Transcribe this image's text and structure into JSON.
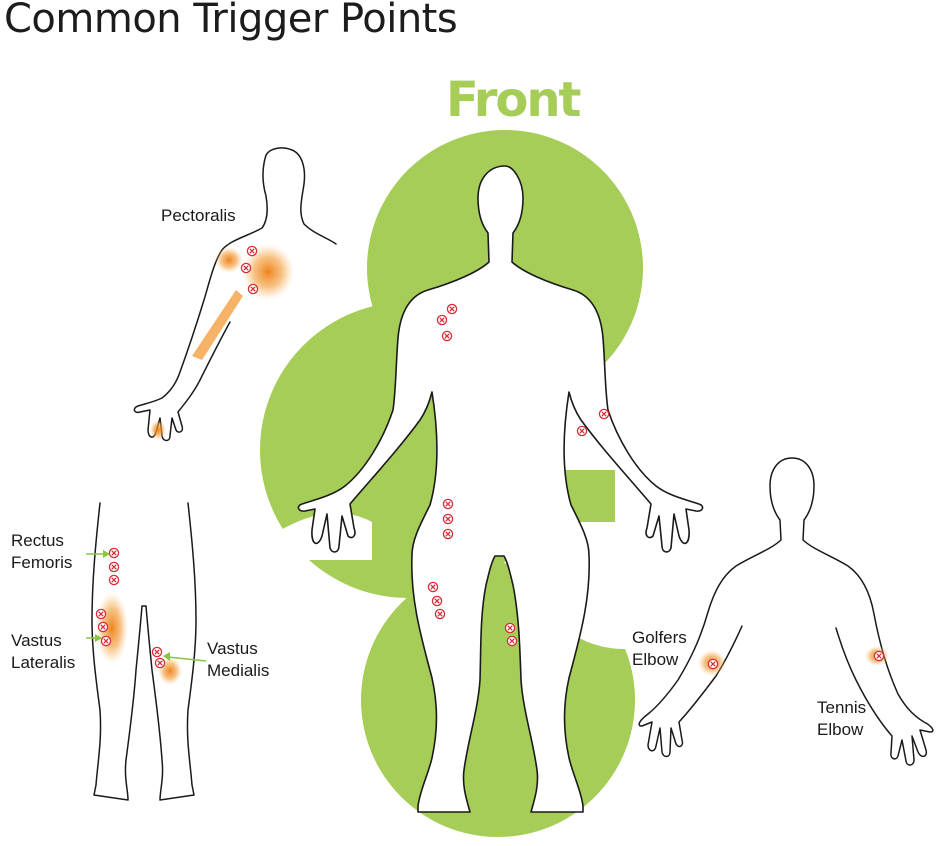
{
  "title": "Common Trigger Points",
  "view_label": "Front",
  "colors": {
    "accent_green": "#a6cd57",
    "trigger_marker": "#d6303a",
    "pain_glow": "#f08a1f",
    "outline": "#1a1a1a",
    "arrow": "#8ac440"
  },
  "labels": {
    "pectoralis": "Pectoralis",
    "rectus_femoris": "Rectus\nFemoris",
    "vastus_lateralis": "Vastus\nLateralis",
    "vastus_medialis": "Vastus\nMedialis",
    "golfers_elbow": "Golfers\nElbow",
    "tennis_elbow": "Tennis\nElbow"
  }
}
